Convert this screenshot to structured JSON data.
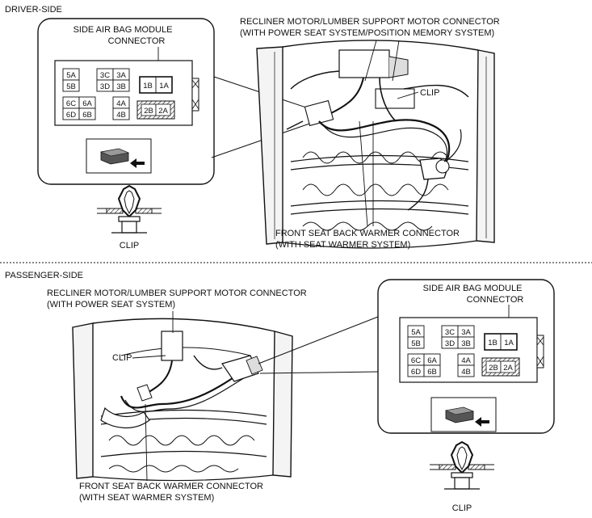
{
  "driver": {
    "section_title": "DRIVER-SIDE",
    "airbag_label_1": "SIDE AIR BAG MODULE",
    "airbag_label_2": "CONNECTOR",
    "recliner_label_1": "RECLINER MOTOR/LUMBER SUPPORT MOTOR CONNECTOR",
    "recliner_label_2": "(WITH POWER SEAT SYSTEM/POSITION MEMORY SYSTEM)",
    "clip_label_right": "CLIP",
    "clip_label_bottom": "CLIP",
    "warmer_label_1": "FRONT SEAT BACK WARMER CONNECTOR",
    "warmer_label_2": "(WITH SEAT WARMER SYSTEM)"
  },
  "passenger": {
    "section_title": "PASSENGER-SIDE",
    "recliner_label_1": "RECLINER MOTOR/LUMBER SUPPORT MOTOR CONNECTOR",
    "recliner_label_2": "(WITH POWER SEAT SYSTEM)",
    "clip_label_left": "CLIP",
    "airbag_label_1": "SIDE AIR BAG MODULE",
    "airbag_label_2": "CONNECTOR",
    "warmer_label_1": "FRONT SEAT BACK WARMER CONNECTOR",
    "warmer_label_2": "(WITH SEAT WARMER SYSTEM)",
    "clip_label_bottom": "CLIP"
  },
  "connector_pins": {
    "p5A": "5A",
    "p5B": "5B",
    "p3C": "3C",
    "p3A": "3A",
    "p3D": "3D",
    "p3B": "3B",
    "p1B": "1B",
    "p1A": "1A",
    "p6C": "6C",
    "p6A": "6A",
    "p6D": "6D",
    "p6B": "6B",
    "p4A": "4A",
    "p4B": "4B",
    "p2B": "2B",
    "p2A": "2A"
  }
}
